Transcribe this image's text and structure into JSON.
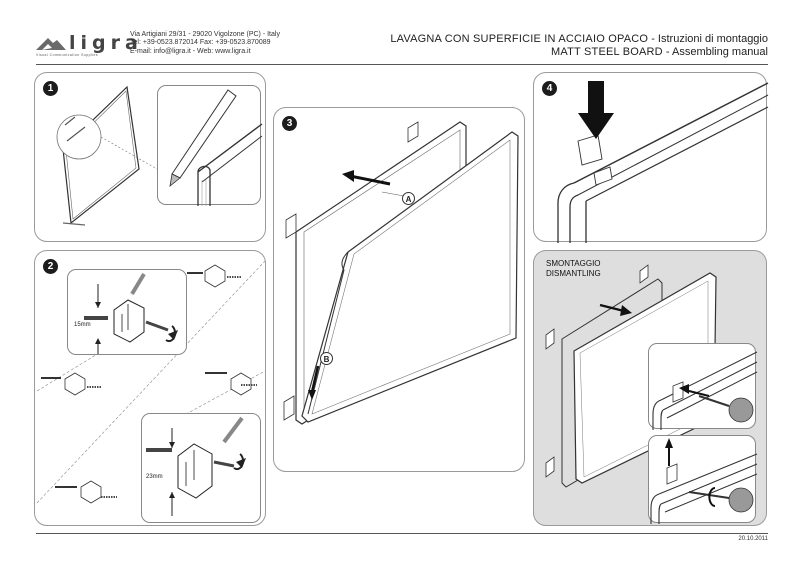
{
  "header": {
    "brand": "ligra",
    "brand_tagline": "Visual Communication Supplies",
    "address_lines": [
      "Via Artigiani 29/31 - 29020 Vigolzone (PC) - Italy",
      "Tel: +39-0523.872014 Fax: +39-0523.870089",
      "E-mail: info@ligra.it - Web: www.ligra.it"
    ],
    "title_it_bold": "LAVAGNA CON SUPERFICIE IN ACCIAIO OPACO",
    "title_it_rest": " - Istruzioni di montaggio",
    "title_en_bold": "MATT STEEL BOARD",
    "title_en_rest": " - Assembling manual"
  },
  "steps": {
    "s1": "1",
    "s2": "2",
    "s3": "3",
    "s4": "4"
  },
  "step2": {
    "measure_top": "15mm",
    "measure_bottom": "23mm"
  },
  "step3": {
    "label_a": "A",
    "label_b": "B"
  },
  "dismantle": {
    "line1": "SMONTAGGIO",
    "line2": "DISMANTLING"
  },
  "footer": {
    "date": "20.10.2011"
  }
}
